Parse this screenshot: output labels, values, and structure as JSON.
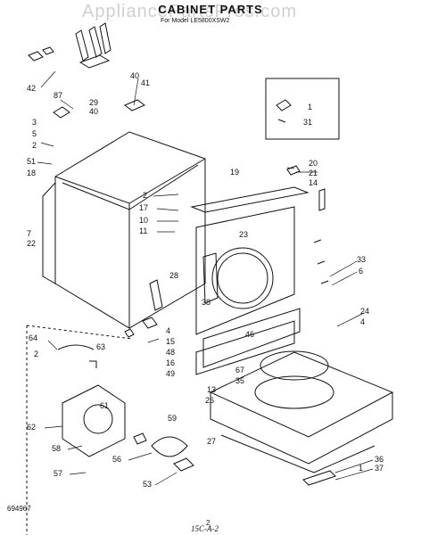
{
  "header": {
    "title": "CABINET PARTS",
    "subtitle": "For Model LE5800XSW2",
    "watermark": "AppliancePartsPros.com"
  },
  "footer": {
    "catalog_code": "694967",
    "page_number": "2",
    "handwritten_ref": "15C-A-2"
  },
  "callouts": [
    {
      "id": "c1",
      "text": "42"
    },
    {
      "id": "c2",
      "text": "87"
    },
    {
      "id": "c3",
      "text": "3"
    },
    {
      "id": "c4",
      "text": "5"
    },
    {
      "id": "c5",
      "text": "2"
    },
    {
      "id": "c6",
      "text": "51"
    },
    {
      "id": "c7",
      "text": "18"
    },
    {
      "id": "c8",
      "text": "40"
    },
    {
      "id": "c9",
      "text": "41"
    },
    {
      "id": "c10",
      "text": "29"
    },
    {
      "id": "c11",
      "text": "40"
    },
    {
      "id": "c12",
      "text": "1"
    },
    {
      "id": "c13",
      "text": "31"
    },
    {
      "id": "c14",
      "text": "19"
    },
    {
      "id": "c15",
      "text": "20"
    },
    {
      "id": "c16",
      "text": "21"
    },
    {
      "id": "c17",
      "text": "14"
    },
    {
      "id": "c18",
      "text": "2"
    },
    {
      "id": "c19",
      "text": "17"
    },
    {
      "id": "c20",
      "text": "10"
    },
    {
      "id": "c21",
      "text": "11"
    },
    {
      "id": "c22",
      "text": "23"
    },
    {
      "id": "c23",
      "text": "7"
    },
    {
      "id": "c24",
      "text": "22"
    },
    {
      "id": "c25",
      "text": "33"
    },
    {
      "id": "c26",
      "text": "6"
    },
    {
      "id": "c27",
      "text": "28"
    },
    {
      "id": "c28",
      "text": "38"
    },
    {
      "id": "c29",
      "text": "24"
    },
    {
      "id": "c30",
      "text": "4"
    },
    {
      "id": "c31",
      "text": "4"
    },
    {
      "id": "c32",
      "text": "46"
    },
    {
      "id": "c33",
      "text": "15"
    },
    {
      "id": "c34",
      "text": "48"
    },
    {
      "id": "c35",
      "text": "16"
    },
    {
      "id": "c36",
      "text": "49"
    },
    {
      "id": "c37",
      "text": "64"
    },
    {
      "id": "c38",
      "text": "63"
    },
    {
      "id": "c39",
      "text": "2"
    },
    {
      "id": "c40",
      "text": "67"
    },
    {
      "id": "c41",
      "text": "35"
    },
    {
      "id": "c42",
      "text": "13"
    },
    {
      "id": "c43",
      "text": "26"
    },
    {
      "id": "c44",
      "text": "61"
    },
    {
      "id": "c45",
      "text": "62"
    },
    {
      "id": "c46",
      "text": "59"
    },
    {
      "id": "c47",
      "text": "27"
    },
    {
      "id": "c48",
      "text": "58"
    },
    {
      "id": "c49",
      "text": "56"
    },
    {
      "id": "c50",
      "text": "36"
    },
    {
      "id": "c51",
      "text": "37"
    },
    {
      "id": "c52",
      "text": "57"
    },
    {
      "id": "c53",
      "text": "53"
    },
    {
      "id": "c54",
      "text": "1"
    }
  ]
}
